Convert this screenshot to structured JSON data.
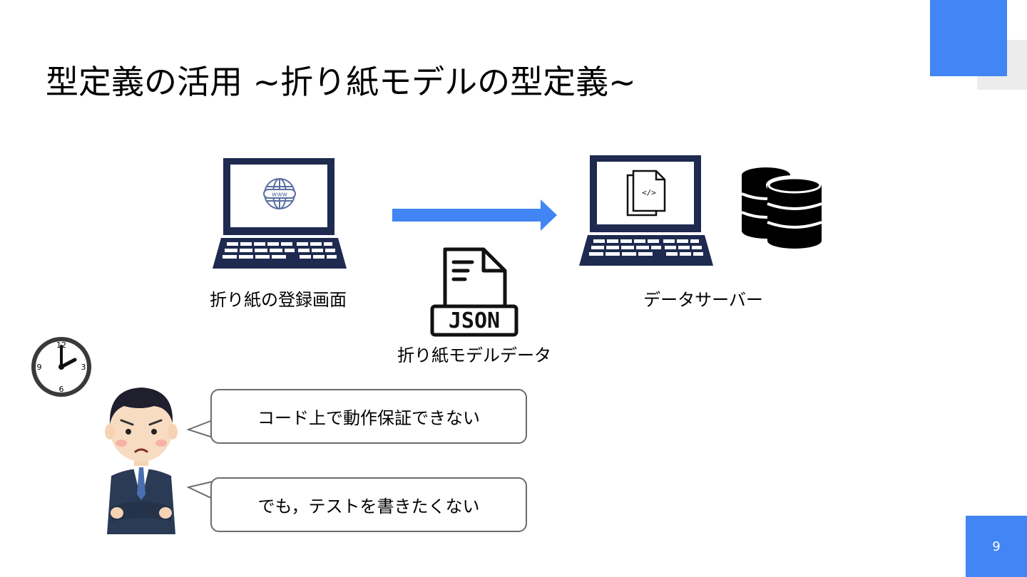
{
  "slide": {
    "title": "型定義の活用 ~折り紙モデルの型定義~",
    "page_number": "9",
    "accent_color": "#4285f4"
  },
  "diagram": {
    "left_label": "折り紙の登録画面",
    "left_screen_icon": "www-globe-icon",
    "right_label": "データサーバー",
    "right_screen_icon": "code-file-icon",
    "database_icon": "database-icon",
    "arrow_color": "#4285f4",
    "json_icon_text": "JSON",
    "json_label": "折り紙モデルデータ"
  },
  "comments": {
    "bubble1": "コード上で動作保証できない",
    "bubble2": "でも，テストを書きたくない"
  },
  "illustration": {
    "clock_icon": "clock-icon",
    "person_icon": "worried-businessman"
  }
}
